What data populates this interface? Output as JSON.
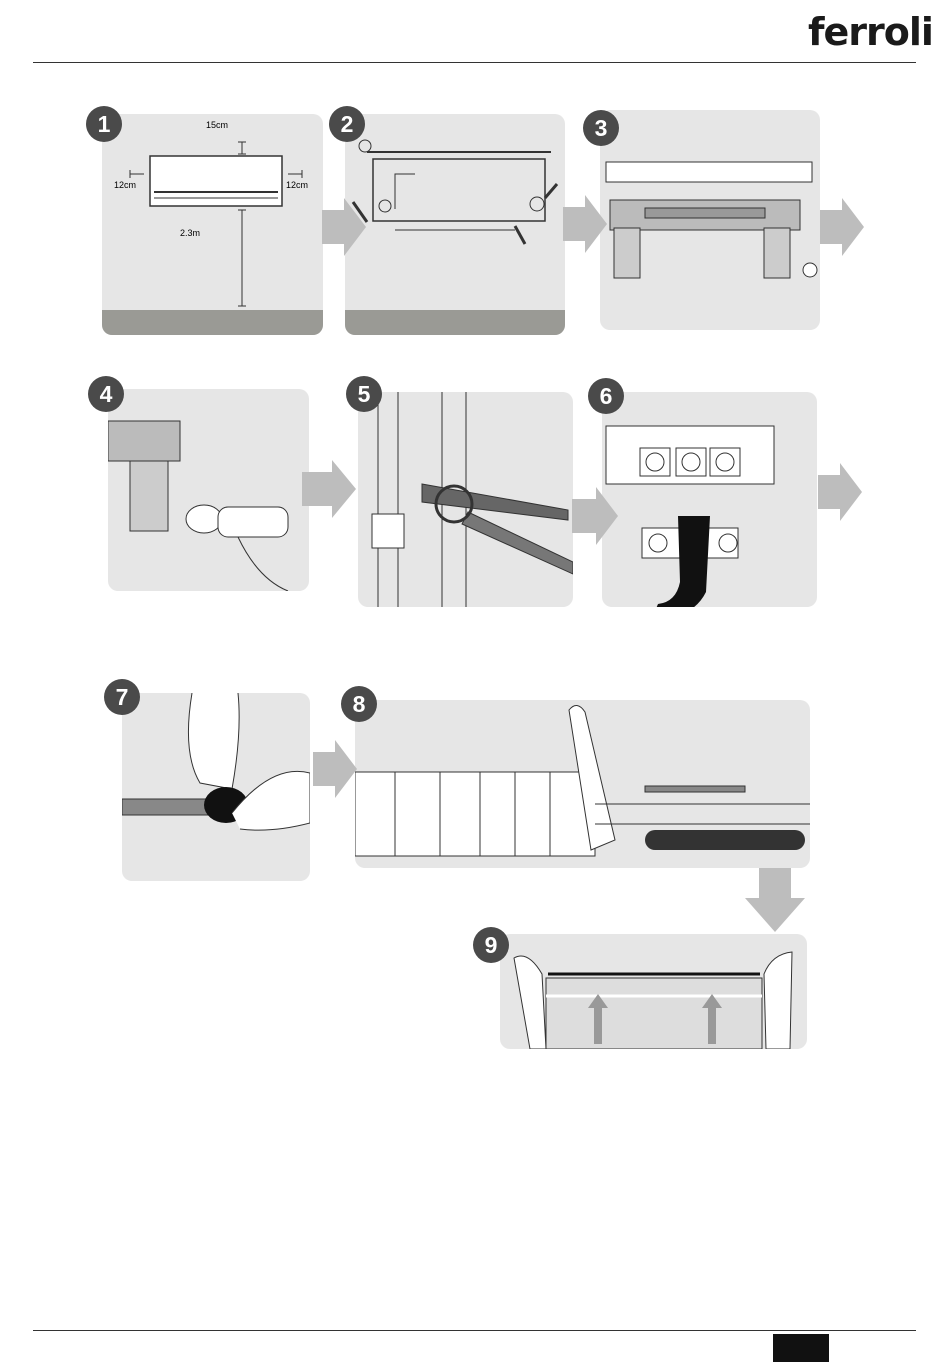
{
  "header": {
    "brand": "ferroli"
  },
  "steps": [
    {
      "number": "1",
      "labels": {
        "top": "15cm",
        "left": "12cm",
        "right": "12cm",
        "height": "2.3m"
      }
    },
    {
      "number": "2"
    },
    {
      "number": "3"
    },
    {
      "number": "4"
    },
    {
      "number": "5"
    },
    {
      "number": "6"
    },
    {
      "number": "7"
    },
    {
      "number": "8"
    },
    {
      "number": "9"
    }
  ],
  "colors": {
    "panel": "#e6e6e6",
    "badge": "#4a4a4a",
    "arrow": "#bdbdbd",
    "floor": "#9a9a95"
  }
}
